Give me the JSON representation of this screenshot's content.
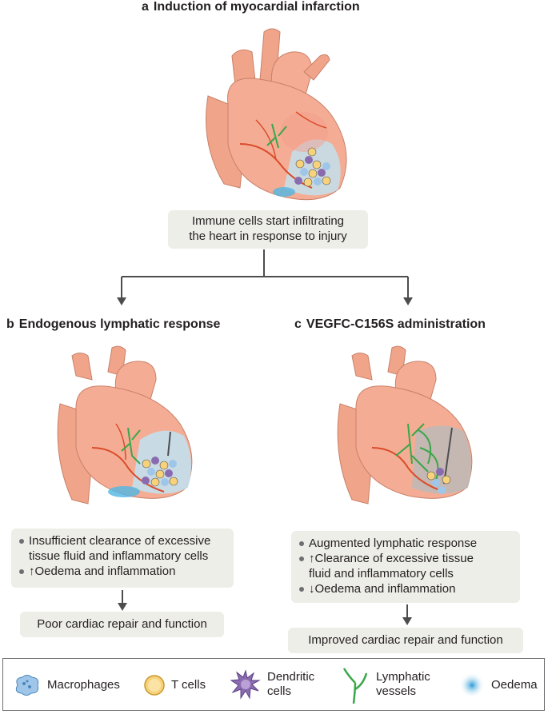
{
  "panels": {
    "a": {
      "letter": "a",
      "title": "Induction of myocardial infarction",
      "caption_lines": [
        "Immune cells start infiltrating",
        "the heart in response to injury"
      ]
    },
    "b": {
      "letter": "b",
      "title": "Endogenous lymphatic response",
      "bullets": [
        {
          "lines": [
            "Insufficient clearance of excessive",
            "tissue fluid and inflammatory cells"
          ]
        },
        {
          "lines": [
            "↑Oedema and inflammation"
          ]
        }
      ],
      "outcome": "Poor cardiac repair and function"
    },
    "c": {
      "letter": "c",
      "title": "VEGFC-C156S administration",
      "bullets": [
        {
          "lines": [
            "Augmented lymphatic response"
          ]
        },
        {
          "lines": [
            "↑Clearance of excessive tissue",
            "fluid and inflammatory cells"
          ]
        },
        {
          "lines": [
            "↓Oedema and inflammation"
          ]
        }
      ],
      "outcome": "Improved cardiac repair and function"
    }
  },
  "legend": {
    "items": [
      {
        "icon": "macrophage-icon",
        "label_lines": [
          "Macrophages"
        ]
      },
      {
        "icon": "t-cell-icon",
        "label_lines": [
          "T cells"
        ]
      },
      {
        "icon": "dendritic-cell-icon",
        "label_lines": [
          "Dendritic",
          "cells"
        ]
      },
      {
        "icon": "lymphatic-vessel-icon",
        "label_lines": [
          "Lymphatic",
          "vessels"
        ]
      },
      {
        "icon": "oedema-icon",
        "label_lines": [
          "Oedema"
        ]
      }
    ]
  },
  "colors": {
    "heart": "#f4ad94",
    "heart_dark": "#e8927a",
    "artery": "#d94c2a",
    "lymphatic": "#3aa64a",
    "oedema": "#4fb6e3",
    "tcell": "#f7d27a",
    "macrophage": "#9fc6e8",
    "dendritic": "#8b6bb0",
    "box": "#eeeee8",
    "arrow": "#4d4d4f"
  }
}
